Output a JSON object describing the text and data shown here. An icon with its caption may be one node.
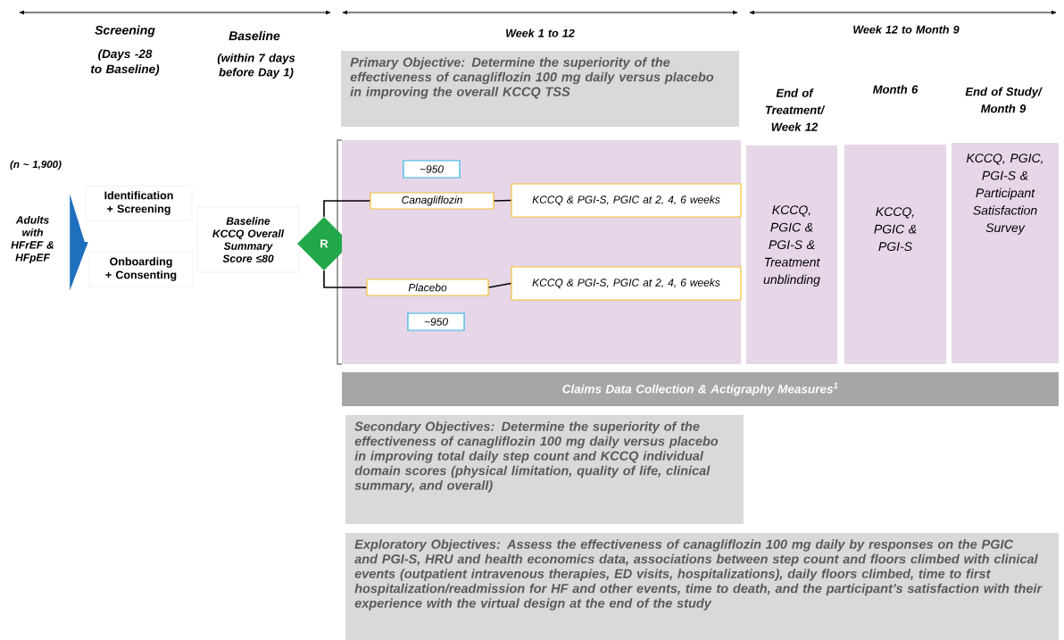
{
  "diagram": {
    "nodes": [
      {
        "text": [
          "Adults with HFrEF & HFpEF"
        ]
      },
      {
        "text": [
          "Identification + Screening"
        ]
      },
      {
        "text": [
          "Onboarding + Consenting"
        ]
      },
      {
        "text": [
          "Baseline KCCQ Overall Summary Score ≤80"
        ]
      },
      {
        "text": [
          "R"
        ]
      },
      {
        "text": [],
        "shape": "box"
      },
      {
        "text": [
          "~950"
        ],
        "in": 5
      },
      {
        "text": [
          "Canagliflozin"
        ],
        "in": 5
      },
      {
        "text": [
          "KCCQ & PGI-S, PGIC at 2, 4, 6 weeks"
        ],
        "in": 5
      },
      {
        "text": [
          "Placebo"
        ],
        "in": 5
      },
      {
        "text": [
          "KCCQ & PGI-S, PGIC at 2, 4, 6 weeks"
        ],
        "in": 5
      },
      {
        "text": [
          "~950"
        ],
        "in": 5
      },
      {
        "text": [
          "End of Treatment/ Week 12",
          "KCCQ, PGIC & PGI-S & Treatment unblinding"
        ]
      },
      {
        "text": [
          "Month 6",
          "KCCQ, PGIC & PGI-S"
        ]
      },
      {
        "text": [
          "End of Study/ Month 9",
          "KCCQ, PGIC, PGI-S & Participant Satisfaction Survey"
        ]
      },
      {
        "text": [
          "Claims Data Collection & Actigraphy Measures$^{1}$"
        ]
      },
      {
        "text": [
          "Primary Objective: Determine the superiority of the effectiveness of canagliflozin 100 mg daily versus placebo in improving the overall KCCQ TSS"
        ]
      },
      {
        "text": [
          "Secondary Objectives: Determine the superiority of the effectiveness of canagliflozin 100 mg daily versus placebo in improving total daily step count and KCCQ individual domain scores (physical limitation, quality of life, clinical summary, and overall)"
        ]
      },
      {
        "text": [
          "Exploratory Objectives: Assess the effectiveness of canagliflozin 100 mg daily by responses on the PGIC and PGI-S, HRU and health economics data, associations between step count and floors climbed with clinical events (outpatient intravenous therapies, ED visits, hospitalizations), daily floors climbed, time to first hospitalization/readmission for HF and other events, time to death, and the participant’s satisfaction with their experience with the virtual design at the end of the study"
        ]
      }
    ],
    "edges": [
      {
        "from": 0,
        "to": 1,
        "arrow": "to"
      },
      {
        "from": 0,
        "to": 2,
        "arrow": "to"
      },
      {
        "from": 4,
        "to": 7,
        "arrow": "none"
      },
      {
        "from": 4,
        "to": 9,
        "arrow": "none"
      },
      {
        "from": 7,
        "to": 8,
        "arrow": "none"
      },
      {
        "from": 9,
        "to": 10,
        "arrow": "none"
      }
    ],
    "labels": [
      "Screening",
      "(Days -28 to Baseline)",
      "Baseline",
      "(within 7 days before Day 1)",
      "Week 1 to 12",
      "Week 12 to Month 9",
      "(n ~ 1,900)"
    ]
  }
}
